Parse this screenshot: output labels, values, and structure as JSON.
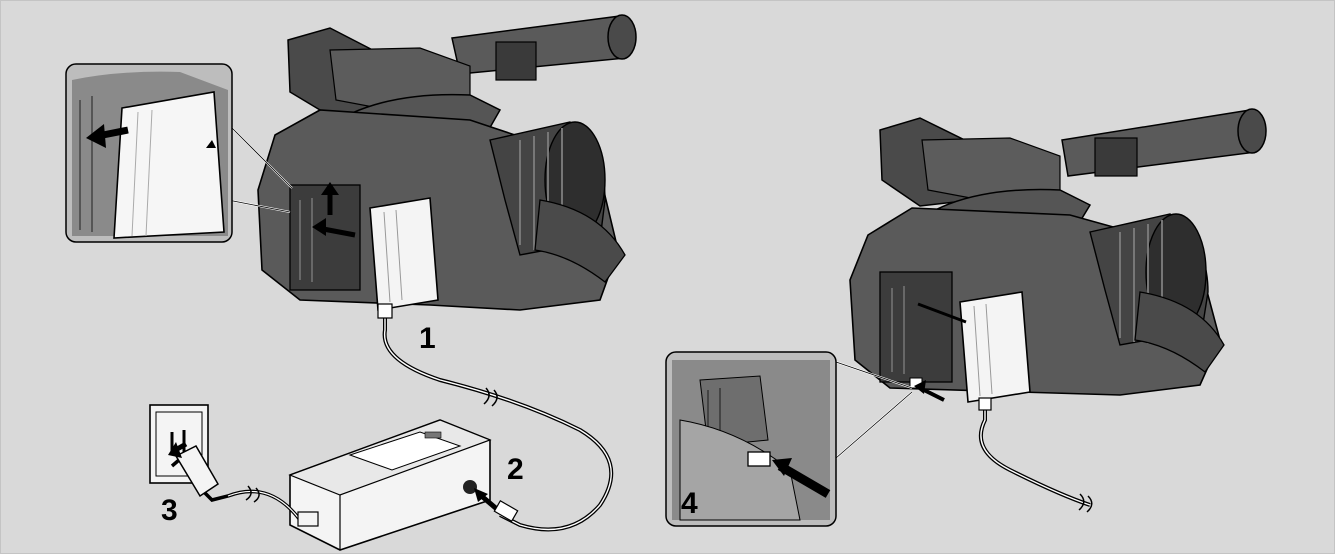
{
  "steps": [
    {
      "id": "1",
      "label": "1"
    },
    {
      "id": "2",
      "label": "2"
    },
    {
      "id": "3",
      "label": "3"
    },
    {
      "id": "4",
      "label": "4"
    }
  ],
  "colors": {
    "background": "#d9d9d9",
    "camera_body": "#5a5a5a",
    "camera_dark": "#2e2e2e",
    "battery": "#f4f4f4",
    "outline": "#000000",
    "inset_fill": "#bdbdbd"
  }
}
